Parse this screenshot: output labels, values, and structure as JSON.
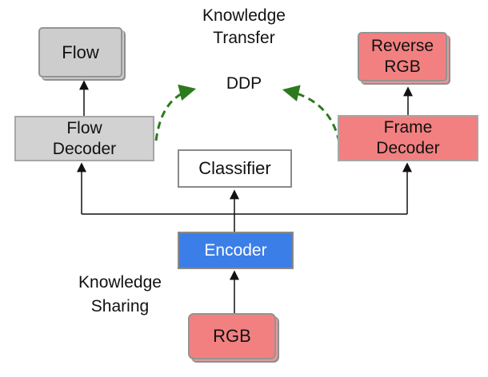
{
  "diagram": {
    "annotations": {
      "knowledge_transfer": {
        "line1": "Knowledge",
        "line2": "Transfer"
      },
      "ddp": {
        "label": "DDP"
      },
      "knowledge_sharing": {
        "line1": "Knowledge",
        "line2": "Sharing"
      }
    },
    "nodes": {
      "flow": {
        "label": "Flow",
        "fill": "#cdcdcd"
      },
      "flow_decoder": {
        "line1": "Flow",
        "line2": "Decoder",
        "fill": "#d2d2d2"
      },
      "reverse_rgb": {
        "line1": "Reverse",
        "line2": "RGB",
        "fill": "#f28080"
      },
      "frame_decoder": {
        "line1": "Frame",
        "line2": "Decoder",
        "fill": "#f28080"
      },
      "classifier": {
        "label": "Classifier",
        "fill": "#ffffff"
      },
      "encoder": {
        "label": "Encoder",
        "fill": "#3b7ee7",
        "text_color": "#ffffff"
      },
      "rgb": {
        "label": "RGB",
        "fill": "#f28080"
      }
    },
    "colors": {
      "box_border_gray": "#999999",
      "solid_arrow_black": "#111111",
      "dashed_arrow_green": "#2d7a1e",
      "stack_shadow_gray": "#8f8f8f"
    }
  }
}
